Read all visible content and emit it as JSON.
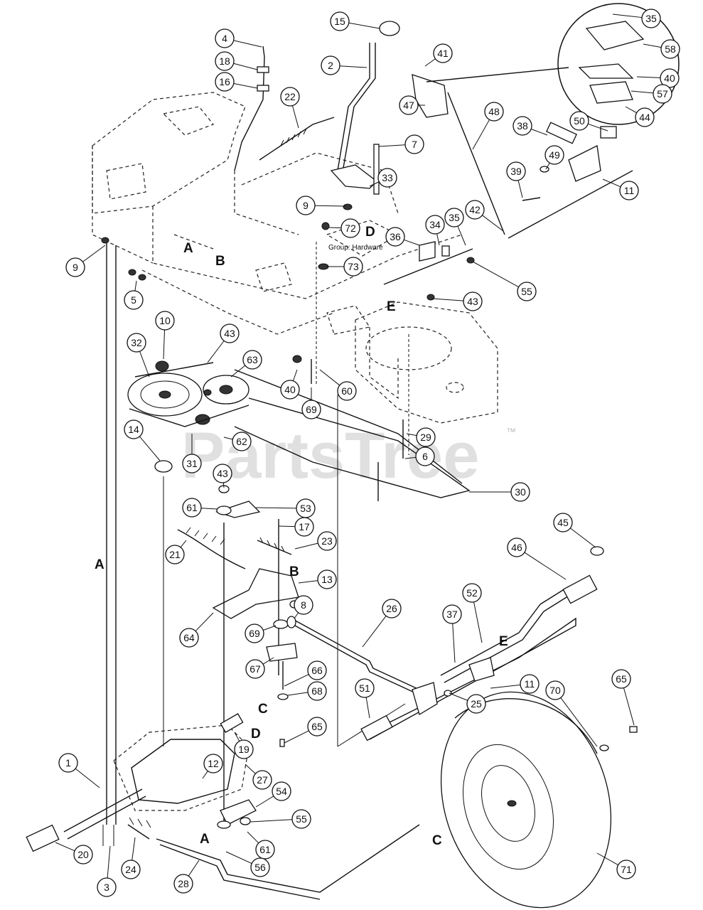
{
  "watermark": {
    "brand": "PartsTree",
    "trademark": "™"
  },
  "note": "Group: Hardware",
  "callouts": [
    "35",
    "15",
    "58",
    "4",
    "41",
    "2",
    "18",
    "40",
    "16",
    "22",
    "47",
    "57",
    "44",
    "48",
    "50",
    "38",
    "7",
    "33",
    "49",
    "11",
    "39",
    "9",
    "72",
    "42",
    "35",
    "34",
    "36",
    "73",
    "9",
    "55",
    "43",
    "5",
    "10",
    "43",
    "32",
    "63",
    "40",
    "60",
    "69",
    "14",
    "62",
    "29",
    "6",
    "31",
    "43",
    "30",
    "61",
    "53",
    "45",
    "17",
    "23",
    "46",
    "21",
    "13",
    "52",
    "26",
    "8",
    "64",
    "69",
    "37",
    "67",
    "66",
    "11",
    "68",
    "25",
    "70",
    "65",
    "51",
    "65",
    "19",
    "27",
    "1",
    "12",
    "54",
    "55",
    "20",
    "61",
    "3",
    "24",
    "56",
    "28",
    "71"
  ],
  "letters": [
    "A",
    "B",
    "D",
    "E",
    "A",
    "B",
    "C",
    "D",
    "E",
    "C",
    "A"
  ]
}
